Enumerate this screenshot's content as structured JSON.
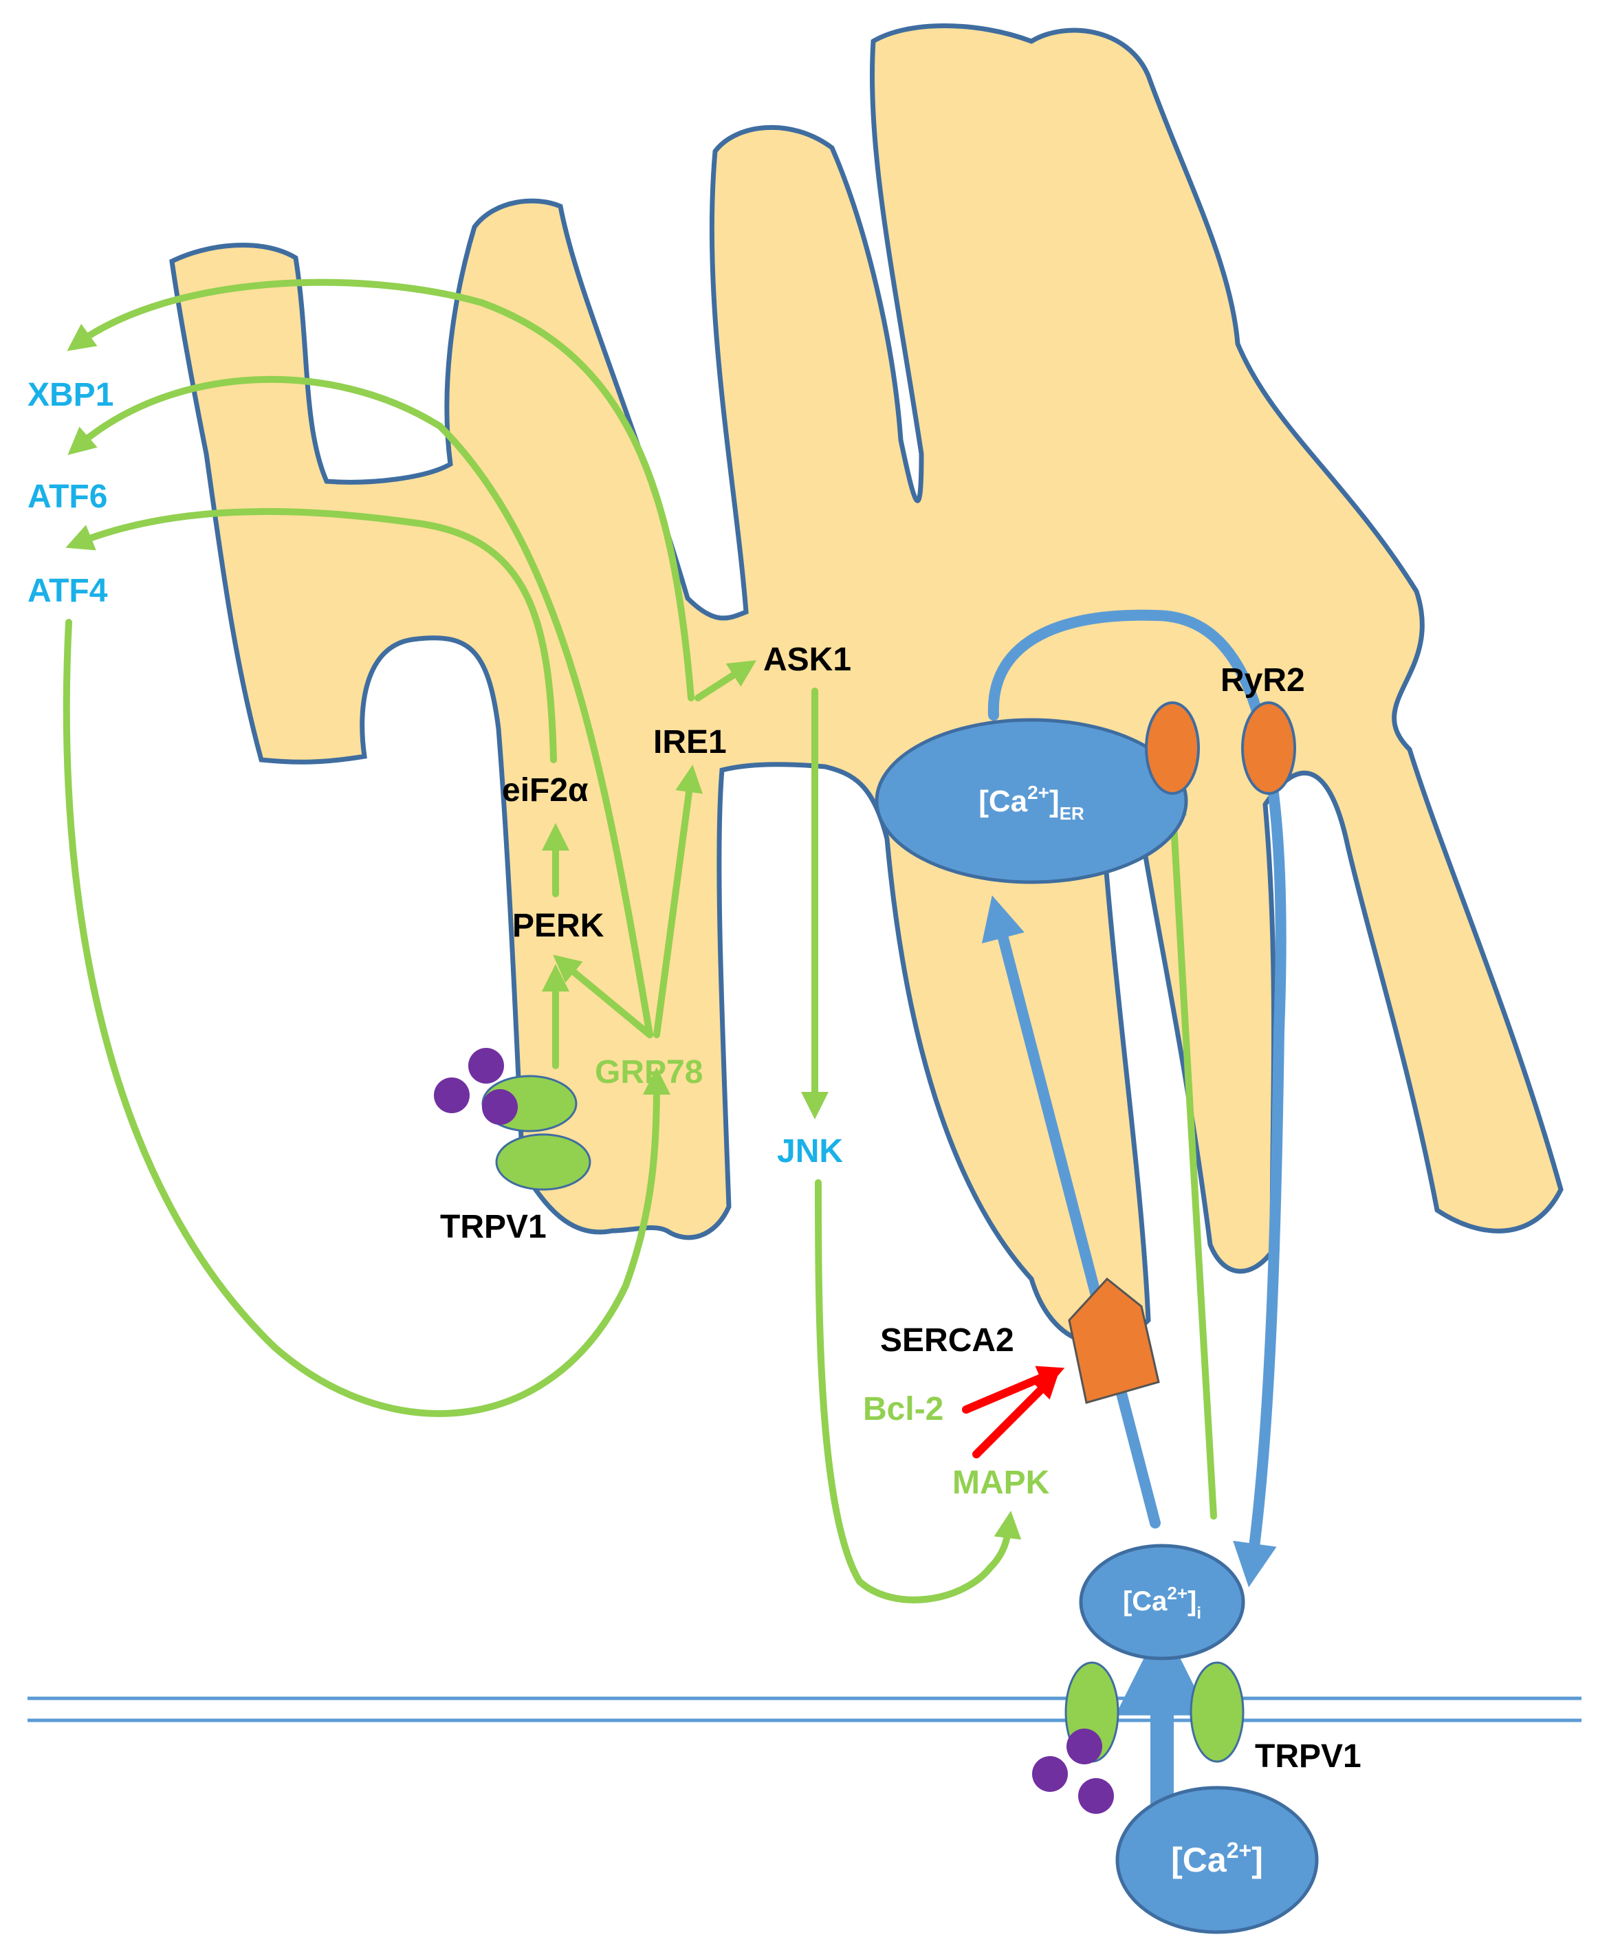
{
  "colors": {
    "er_fill": "#fde09c",
    "er_stroke": "#3f6da0",
    "green_arrow": "#92d050",
    "blue_arrow": "#5b9bd5",
    "red_arrow": "#ff0000",
    "orange": "#ed7d31",
    "purple": "#7030a0",
    "blue_text": "#1ab0e8",
    "green_text": "#92d050",
    "black_text": "#000000",
    "white_text": "#ffffff",
    "membrane": "#5b9bd5"
  },
  "labels": {
    "xbp1": "XBP1",
    "atf6": "ATF6",
    "atf4": "ATF4",
    "ask1": "ASK1",
    "ire1": "IRE1",
    "eif2a": "eiF2α",
    "perk": "PERK",
    "grp78": "GRP78",
    "trpv1_er": "TRPV1",
    "jnk": "JNK",
    "ryr2": "RyR2",
    "serca2": "SERCA2",
    "bcl2": "Bcl-2",
    "mapk": "MAPK",
    "trpv1_pm": "TRPV1"
  },
  "calcium": {
    "er_base": "[Ca",
    "er_sup": "2+",
    "er_close": "]",
    "er_sub": "ER",
    "i_base": "[Ca",
    "i_sup": "2+",
    "i_close": "]",
    "i_sub": "i",
    "ext_base": "[Ca",
    "ext_sup": "2+",
    "ext_close": "]"
  }
}
